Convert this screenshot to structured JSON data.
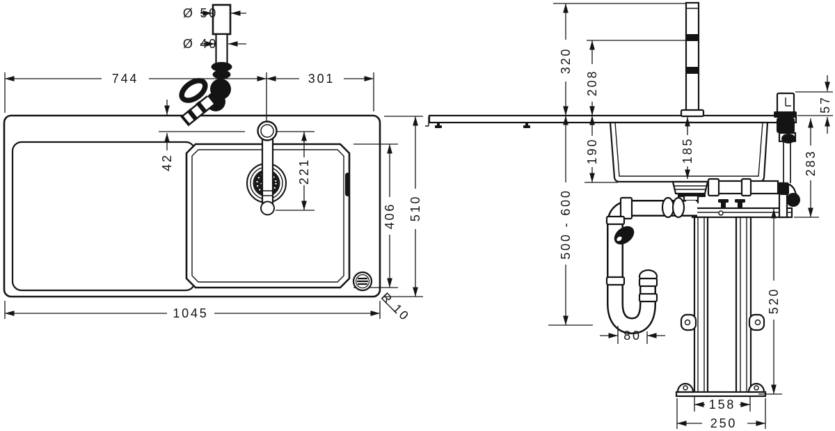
{
  "top_view": {
    "drain_dia_outer": "Ø 50",
    "drain_dia_inner": "Ø 40",
    "dim_left_to_faucet": "744",
    "dim_faucet_to_right": "301",
    "dim_edge_to_faucet": "42",
    "dim_faucet_to_handle": "221",
    "dim_bowl_depth": "406",
    "dim_overall_depth": "510",
    "dim_overall_length": "1045",
    "dim_corner_radius": "R 10"
  },
  "front_view": {
    "dim_faucet_height": "320",
    "dim_spout_height": "208",
    "dim_handle_height": "57",
    "dim_below_top": "283",
    "dim_bowl_outer_depth": "190",
    "dim_bowl_inner_depth": "185",
    "dim_outlet_range": "500 - 600",
    "dim_trap_offset": "80",
    "dim_frame_height": "520",
    "dim_leg_span": "158",
    "dim_base_width": "250"
  }
}
